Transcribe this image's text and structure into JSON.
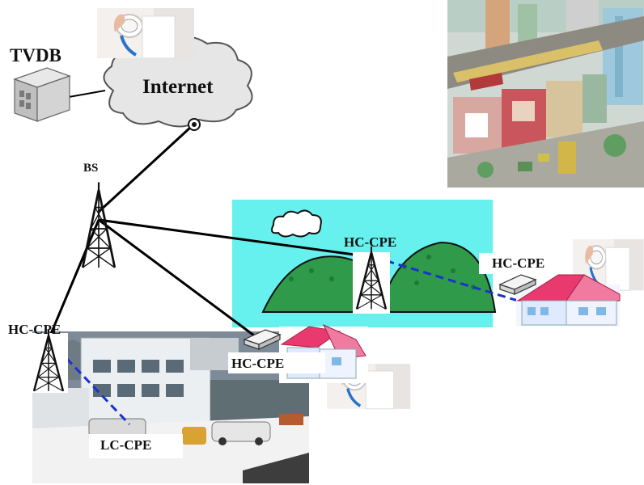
{
  "labels": {
    "tvdb": "TVDB",
    "internet": "Internet",
    "bs": "BS",
    "hc_cpe_hill": "HC-CPE",
    "hc_cpe_right": "HC-CPE",
    "hc_cpe_mid": "HC-CPE",
    "hc_cpe_left": "HC-CPE",
    "lc_cpe": "LC-CPE"
  },
  "colors": {
    "sky": "#66f0ee",
    "hill": "#2e9a4a",
    "link_solid": "#000000",
    "link_dashed": "#1a33cc",
    "roof": "#e83a6e",
    "cloud": "#e6e6e6",
    "snow": "#f2f2f2"
  },
  "icons": [
    "server-icon",
    "cloud-icon",
    "tower-icon",
    "cpe-modem-icon",
    "house-icon",
    "doctor-photo",
    "city-illustration",
    "building-photo"
  ]
}
